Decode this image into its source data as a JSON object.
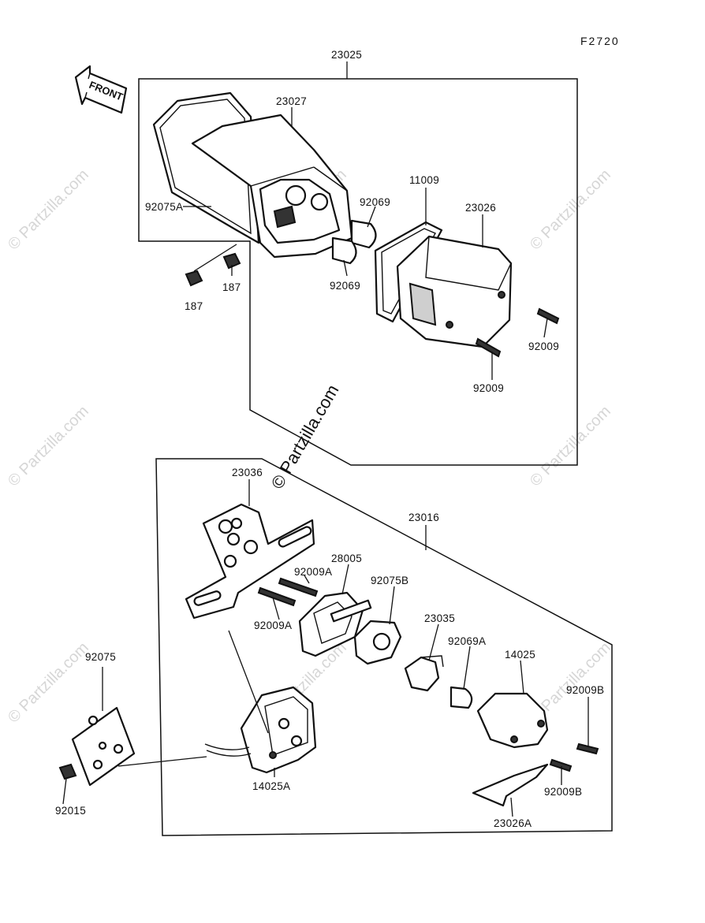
{
  "diagram_code": "F2720",
  "front_label": "FRONT",
  "watermark_main": "© Partzilla.com",
  "watermark_small": "© Partzilla.com",
  "labels": {
    "p23025": "23025",
    "p23027": "23027",
    "p92075A": "92075A",
    "p187a": "187",
    "p187b": "187",
    "p92069a": "92069",
    "p92069b": "92069",
    "p11009": "11009",
    "p23026": "23026",
    "p92009a": "92009",
    "p92009b": "92009",
    "p23036": "23036",
    "p23016": "23016",
    "p28005": "28005",
    "p92009Aa": "92009A",
    "p92009Ab": "92009A",
    "p92075B": "92075B",
    "p23035": "23035",
    "p92069A": "92069A",
    "p14025": "14025",
    "p92009Ba": "92009B",
    "p92009Bb": "92009B",
    "p92075": "92075",
    "p14025A": "14025A",
    "p92015": "92015",
    "p23026A": "23026A"
  }
}
